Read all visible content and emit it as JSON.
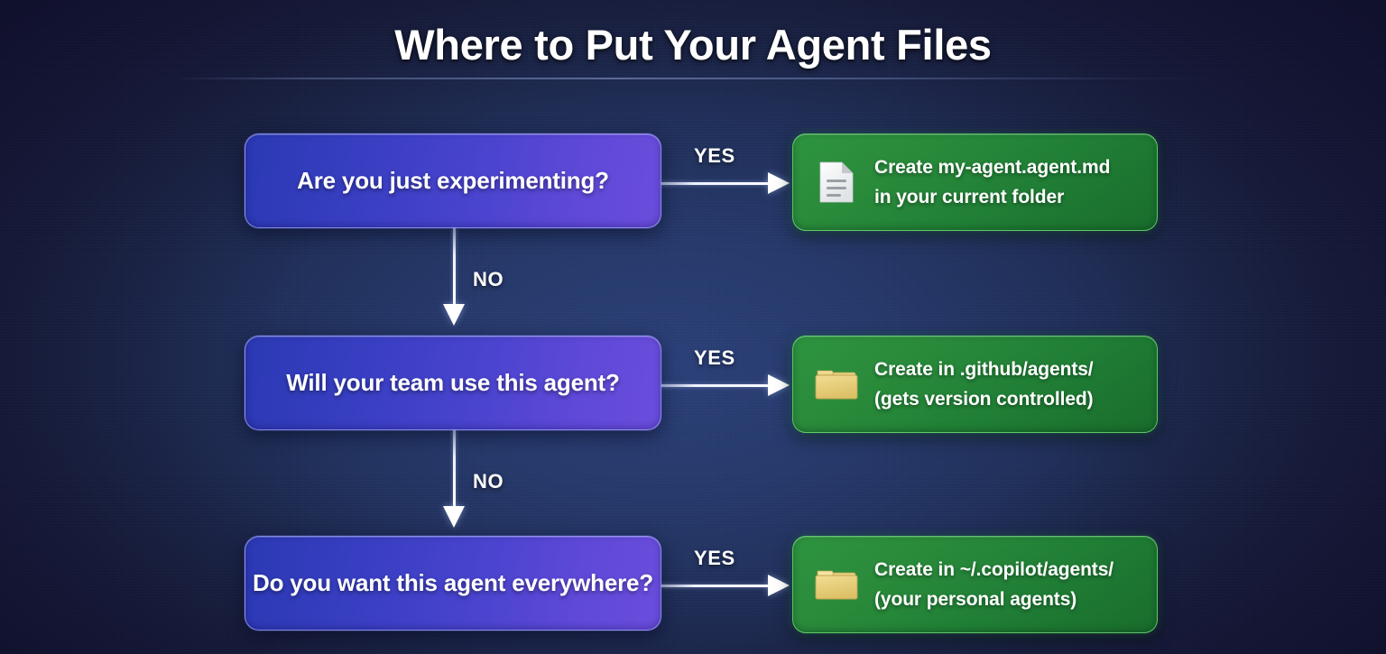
{
  "page": {
    "title": "Where to Put Your Agent Files",
    "background_color": "#1e2c55",
    "accent_blue": "#4b44cf",
    "accent_green": "#218036"
  },
  "flow": {
    "yes_label": "YES",
    "no_label": "NO",
    "steps": [
      {
        "question": "Are you just experimenting?",
        "icon": "document-icon",
        "action_line1": "Create my-agent.agent.md",
        "action_line2": "in your current folder"
      },
      {
        "question": "Will your team use this agent?",
        "icon": "folder-icon",
        "action_line1": "Create in .github/agents/",
        "action_line2": "(gets version controlled)"
      },
      {
        "question": "Do you want this agent everywhere?",
        "icon": "folder-icon",
        "action_line1": "Create in ~/.copilot/agents/",
        "action_line2": "(your personal agents)"
      }
    ]
  }
}
